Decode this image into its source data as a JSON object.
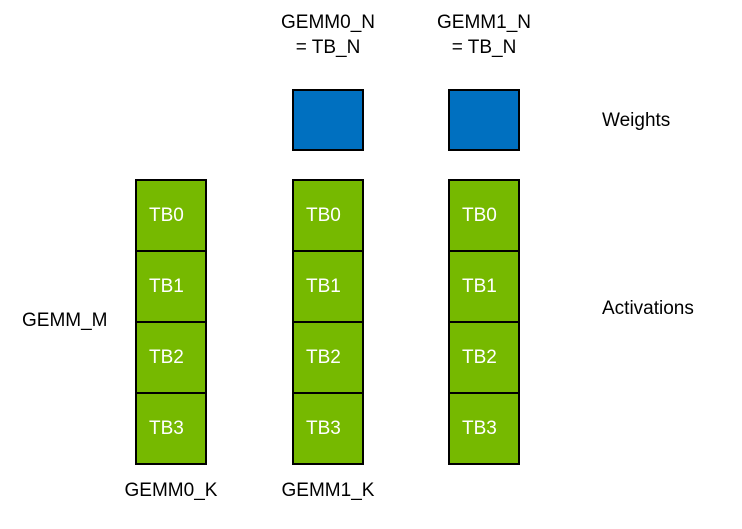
{
  "diagram": {
    "top_labels": [
      {
        "line1": "GEMM0_N",
        "line2": "= TB_N"
      },
      {
        "line1": "GEMM1_N",
        "line2": "= TB_N"
      }
    ],
    "side_labels": {
      "weights": "Weights",
      "activations": "Activations",
      "gemm_m": "GEMM_M"
    },
    "bottom_labels": [
      "GEMM0_K",
      "GEMM1_K"
    ],
    "columns": [
      {
        "cells": [
          "TB0",
          "TB1",
          "TB2",
          "TB3"
        ]
      },
      {
        "cells": [
          "TB0",
          "TB1",
          "TB2",
          "TB3"
        ]
      },
      {
        "cells": [
          "TB0",
          "TB1",
          "TB2",
          "TB3"
        ]
      }
    ],
    "colors": {
      "activation_green": "#76b900",
      "weight_blue": "#0070c0",
      "border_black": "#000000",
      "cell_text_white": "#ffffff"
    }
  }
}
